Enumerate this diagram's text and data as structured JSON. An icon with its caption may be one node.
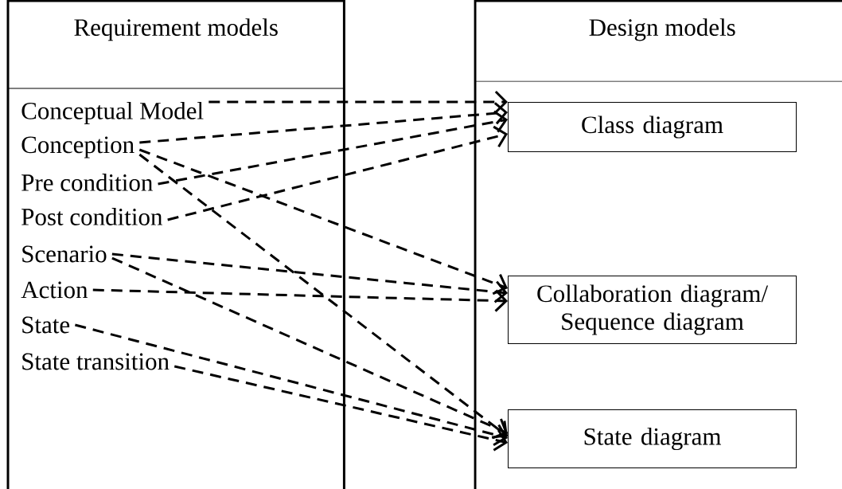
{
  "diagram": {
    "nodes": [
      {
        "text": [
          "Requirement models"
        ]
      },
      {
        "text": [
          "Conceptual Model"
        ],
        "in": 0
      },
      {
        "text": [
          "Conception"
        ],
        "in": 0
      },
      {
        "text": [
          "Pre condition"
        ],
        "in": 0
      },
      {
        "text": [
          "Post condition"
        ],
        "in": 0
      },
      {
        "text": [
          "Scenario"
        ],
        "in": 0
      },
      {
        "text": [
          "Action"
        ],
        "in": 0
      },
      {
        "text": [
          "State"
        ],
        "in": 0
      },
      {
        "text": [
          "State transition"
        ],
        "in": 0
      },
      {
        "text": [
          "Design models"
        ]
      },
      {
        "text": [
          "Class diagram"
        ],
        "in": 9
      },
      {
        "text": [
          "Collaboration diagram/ Sequence diagram"
        ],
        "in": 9
      },
      {
        "text": [
          "State diagram"
        ],
        "in": 9
      }
    ],
    "edges": [
      {
        "from": 1,
        "to": 10,
        "arrow": "to",
        "style": "dashed"
      },
      {
        "from": 2,
        "to": 10,
        "arrow": "to",
        "style": "dashed"
      },
      {
        "from": 3,
        "to": 10,
        "arrow": "to",
        "style": "dashed"
      },
      {
        "from": 4,
        "to": 10,
        "arrow": "to",
        "style": "dashed"
      },
      {
        "from": 2,
        "to": 11,
        "arrow": "to",
        "style": "dashed"
      },
      {
        "from": 5,
        "to": 11,
        "arrow": "to",
        "style": "dashed"
      },
      {
        "from": 6,
        "to": 11,
        "arrow": "to",
        "style": "dashed"
      },
      {
        "from": 2,
        "to": 12,
        "arrow": "to",
        "style": "dashed"
      },
      {
        "from": 5,
        "to": 12,
        "arrow": "to",
        "style": "dashed"
      },
      {
        "from": 7,
        "to": 12,
        "arrow": "to",
        "style": "dashed"
      },
      {
        "from": 8,
        "to": 12,
        "arrow": "to",
        "style": "dashed"
      }
    ]
  }
}
